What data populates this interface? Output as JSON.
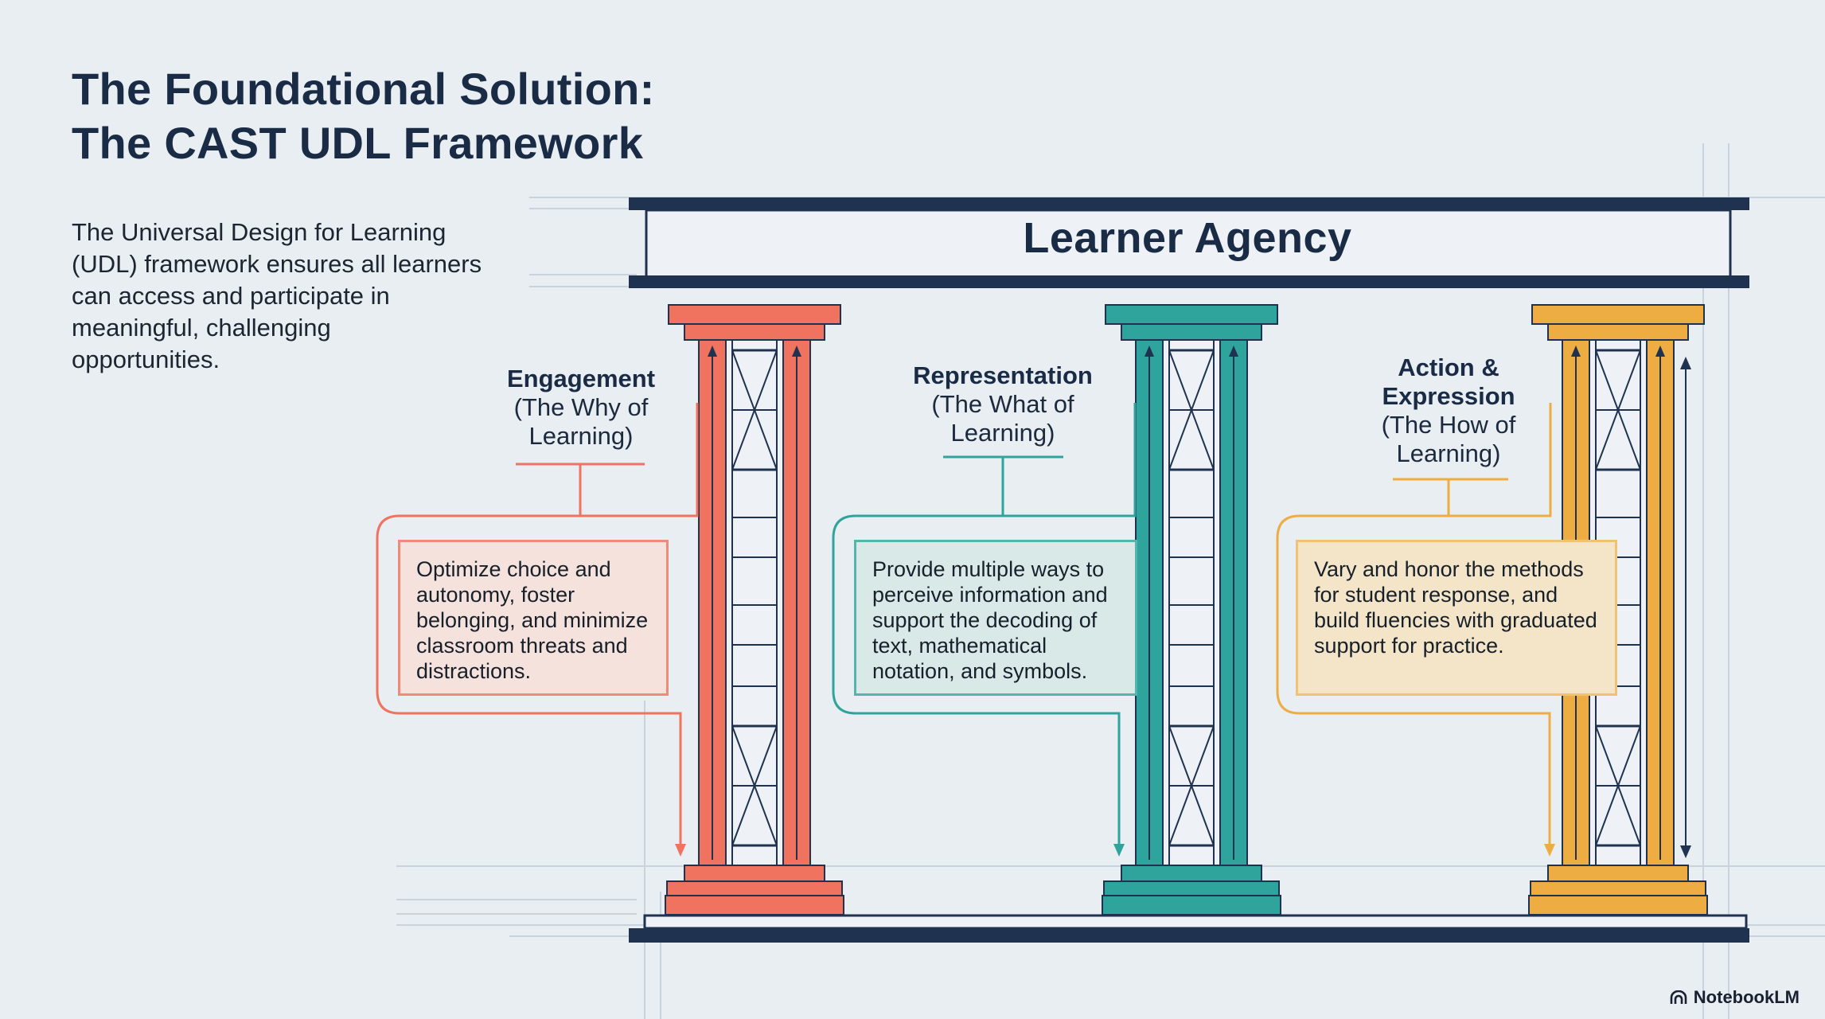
{
  "title": {
    "line1": "The Foundational Solution:",
    "line2": "The CAST UDL Framework"
  },
  "intro": "The Universal Design for Learning (UDL) framework ensures all learners can access and participate in meaningful, challenging opportunities.",
  "beam_label": "Learner Agency",
  "pillars": [
    {
      "name": "Engagement",
      "sub": "(The Why of Learning)",
      "description": "Optimize choice and autonomy, foster belonging, and minimize classroom threats and distractions.",
      "color": "#ef735e"
    },
    {
      "name": "Representation",
      "sub": "(The What of Learning)",
      "description": "Provide multiple ways to perceive information and support the decoding of text, mathematical notation, and symbols.",
      "color": "#2fa49c"
    },
    {
      "name": "Action & Expression",
      "sub": "(The How of Learning)",
      "description": "Vary and honor the methods for student response, and build fluencies with graduated support for practice.",
      "color": "#eead43"
    }
  ],
  "colors": {
    "navy": "#1f3350",
    "background": "#e9eef3"
  },
  "brand": {
    "icon": "notebooklm-logo-icon",
    "label": "NotebookLM"
  }
}
